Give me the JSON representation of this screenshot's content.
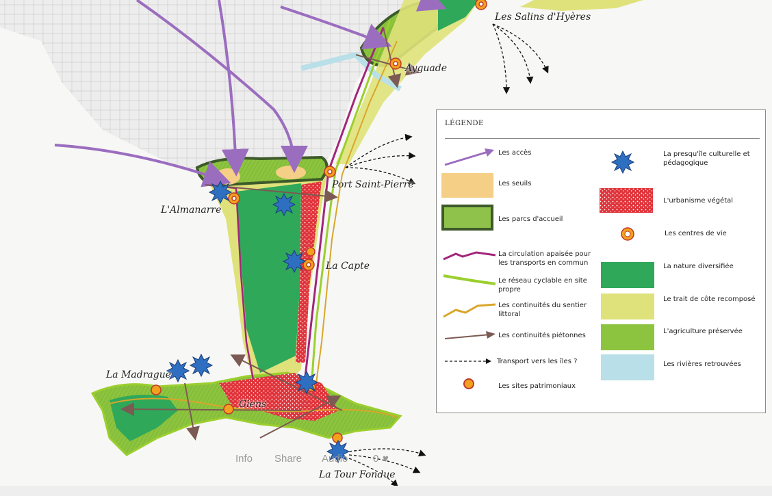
{
  "places": {
    "salins": "Les Salins d'Hyères",
    "ayguade": "Ayguade",
    "port_saint_pierre": "Port Saint-Pierre",
    "almanarre": "L'Almanarre",
    "la_capte": "La Capte",
    "la_madrague": "La Madrague",
    "giens": "Giens",
    "la_tour_fondue": "La Tour Fondue"
  },
  "legend": {
    "title": "LÉGENDE",
    "items": {
      "acces": "Les accès",
      "seuils": "Les seuils",
      "parcs": "Les parcs d'accueil",
      "circulation": "La circulation apaisée pour les transports en commun",
      "cyclable": "Le réseau cyclable en site propre",
      "sentier": "Les continuités du sentier littoral",
      "pietonnes": "Les continuités piétonnes",
      "transport_iles": "Transport vers les îles ?",
      "sites": "Les sites patrimoniaux",
      "presquile": "La presqu'île culturelle et pédagogique",
      "urbanisme": "L'urbanisme végétal",
      "centres": "Les centres de vie",
      "nature": "La nature diversifiée",
      "trait": "Le trait de côte recomposé",
      "agriculture": "L'agriculture préservée",
      "rivieres": "Les rivières retrouvées"
    }
  },
  "toolbar": {
    "info": "Info",
    "share": "Share",
    "audio": "Audio",
    "likes": "0"
  },
  "colors": {
    "access": "#9b6dbf",
    "threshold": "#f5cf86",
    "park": "#8fc24a",
    "park_border": "#3d5a2a",
    "transit": "#a1267a",
    "cycle": "#9bcf2e",
    "coastal_path": "#d8a62a",
    "pedestrian": "#7b5a53",
    "urban": "#e0333a",
    "nature": "#2fa85a",
    "coastline": "#dfe27a",
    "agriculture": "#8cc43f",
    "rivers": "#b9e0e8",
    "hub": "#f2a11f",
    "cultural": "#2f6fc1"
  }
}
